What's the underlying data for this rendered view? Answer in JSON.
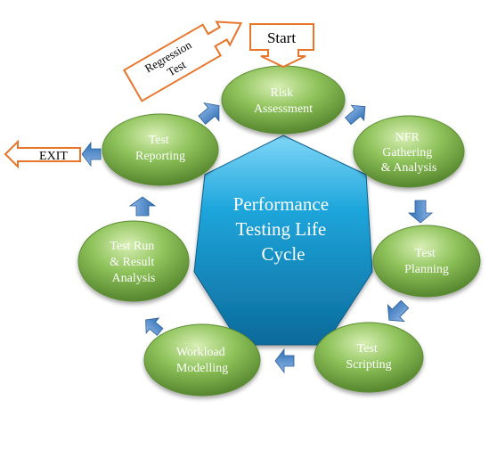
{
  "center": {
    "lines": [
      "Performance",
      "Testing Life",
      "Cycle"
    ]
  },
  "callouts": {
    "start": "Start",
    "exit": "EXIT",
    "regression": [
      "Regression",
      "Test"
    ]
  },
  "stages": [
    {
      "id": "risk",
      "lines": [
        "Risk",
        "Assessment"
      ]
    },
    {
      "id": "nfr",
      "lines": [
        "NFR",
        "Gathering",
        "& Analysis"
      ]
    },
    {
      "id": "planning",
      "lines": [
        "Test",
        "Planning"
      ]
    },
    {
      "id": "scripting",
      "lines": [
        "Test",
        "Scripting"
      ]
    },
    {
      "id": "workload",
      "lines": [
        "Workload",
        "Modelling"
      ]
    },
    {
      "id": "testrun",
      "lines": [
        "Test Run",
        "& Result",
        "Analysis"
      ]
    },
    {
      "id": "reporting",
      "lines": [
        "Test",
        "Reporting"
      ]
    }
  ],
  "colors": {
    "stage_green": "#7fb24a",
    "stage_green_light": "#c7e59a",
    "stage_green_dark": "#4e7d28",
    "center_blue": "#1e9fd6",
    "center_blue_light": "#6fd0f5",
    "center_blue_dark": "#0c6a9a",
    "arrow_blue": "#4a86c8",
    "callout_orange": "#e8752a",
    "callout_text": "#000000"
  },
  "icons": {
    "flow_arrow": "blue-block-arrow-icon",
    "callout_arrow": "orange-outline-arrow-icon"
  }
}
